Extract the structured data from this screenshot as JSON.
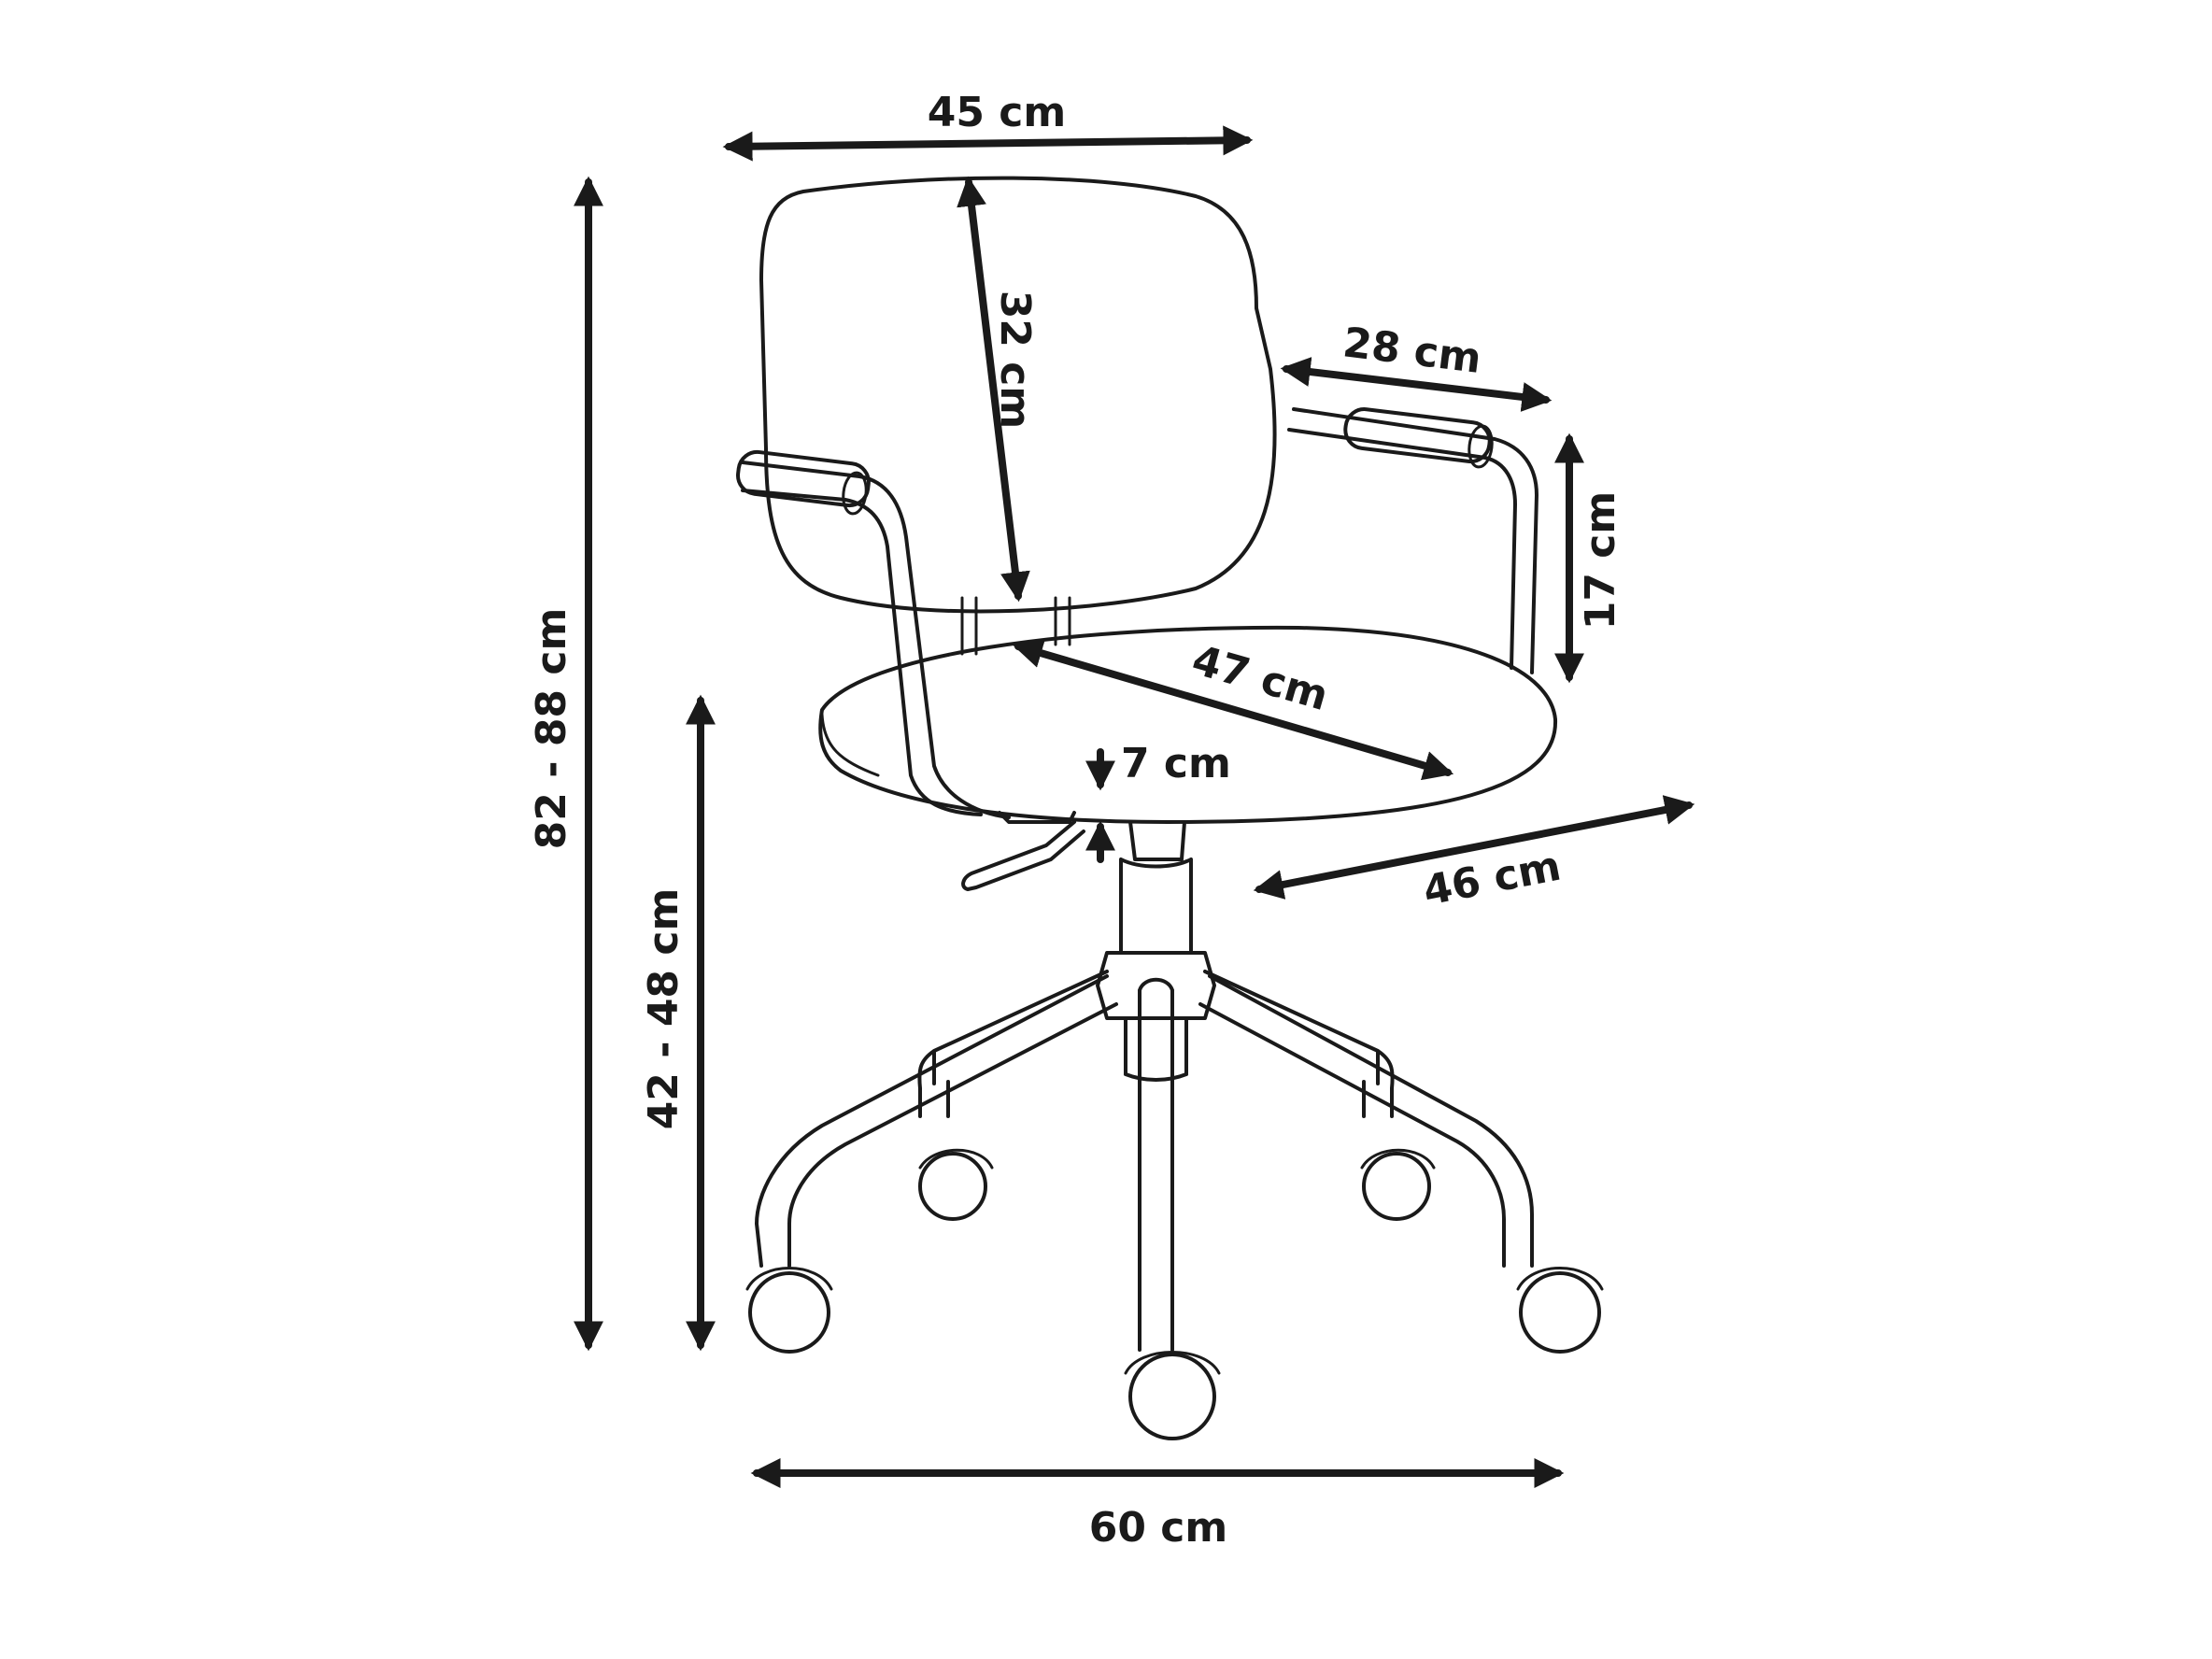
{
  "dimensions": {
    "back_width": "45 cm",
    "back_height": "32 cm",
    "armrest_length": "28 cm",
    "armrest_height": "17 cm",
    "seat_width": "47 cm",
    "seat_thickness": "7 cm",
    "seat_depth": "46 cm",
    "total_height": "82 - 88 cm",
    "seat_height": "42 - 48 cm",
    "base_width": "60 cm"
  },
  "colors": {
    "ink": "#1a1a1a",
    "background": "#ffffff"
  }
}
